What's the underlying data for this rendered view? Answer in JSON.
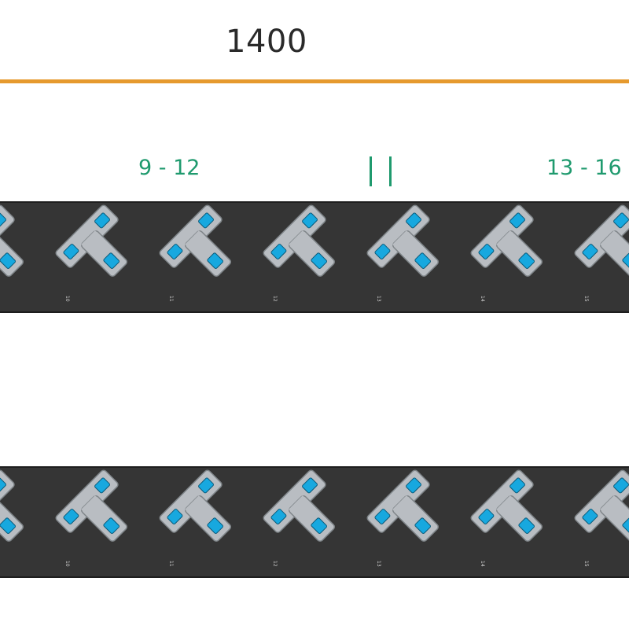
{
  "dimension": {
    "label": "1400",
    "color": "#e69a2e"
  },
  "groups": [
    {
      "label": "9 - 12"
    },
    {
      "label": "13 - 16"
    }
  ],
  "separator": {
    "color": "#1f9a6e"
  },
  "strips": [
    {
      "name": "top-strip",
      "socket_numbers": [
        "",
        "10",
        "11",
        "12",
        "13",
        "14",
        "15"
      ]
    },
    {
      "name": "bottom-strip",
      "socket_numbers": [
        "",
        "10",
        "11",
        "12",
        "13",
        "14",
        "15"
      ]
    }
  ],
  "colors": {
    "strip": "#353535",
    "socket_face": "#b9bdc2",
    "socket_pin": "#17a8df"
  }
}
